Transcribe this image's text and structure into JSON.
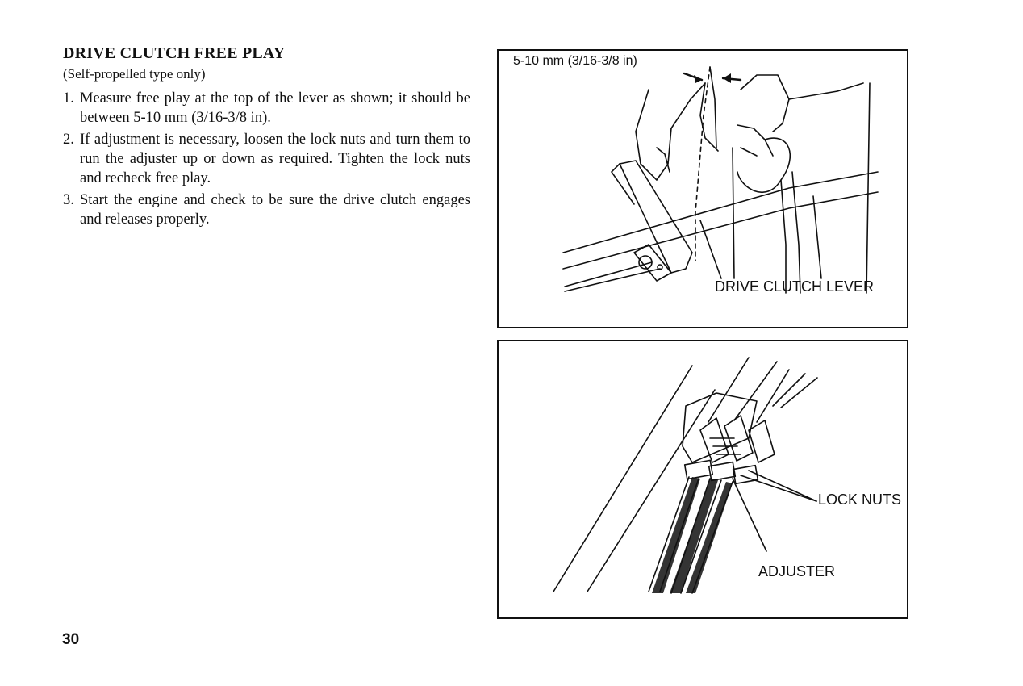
{
  "section": {
    "title": "DRIVE CLUTCH FREE PLAY",
    "subtitle": "(Self-propelled type only)",
    "steps": [
      {
        "num": "1.",
        "text": "Measure free play at the top of the lever as shown; it should be between 5-10 mm (3/16-3/8 in)."
      },
      {
        "num": "2.",
        "text": "If adjustment is necessary, loosen the lock nuts and turn them to run the adjuster up or down as required. Tighten the lock nuts and recheck free play."
      },
      {
        "num": "3.",
        "text": "Start the engine and check to be sure the drive clutch engages and releases properly."
      }
    ]
  },
  "page_number": "30",
  "figures": {
    "lever": {
      "measurement_label": "5-10 mm (3/16-3/8 in)",
      "callout": "DRIVE CLUTCH LEVER"
    },
    "cables": {
      "lock_nuts_label": "LOCK NUTS",
      "adjuster_label": "ADJUSTER"
    }
  }
}
